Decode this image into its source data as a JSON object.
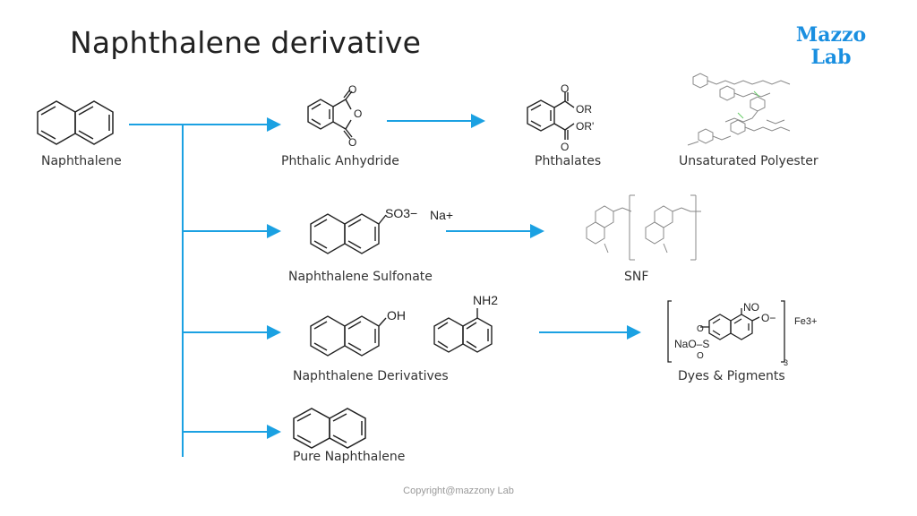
{
  "title": "Naphthalene derivative",
  "logo": {
    "line1": "Mazzo",
    "line2": "Lab",
    "color": "#1a8fe0"
  },
  "arrow_color": "#1ba1e2",
  "nodes": {
    "naphthalene": "Naphthalene",
    "phthalic_anhydride": "Phthalic Anhydride",
    "phthalates": "Phthalates",
    "unsaturated_polyester": "Unsaturated Polyester",
    "naphthalene_sulfonate": "Naphthalene Sulfonate",
    "snf": "SNF",
    "naphthalene_derivatives": "Naphthalene Derivatives",
    "dyes_pigments": "Dyes & Pigments",
    "pure_naphthalene": "Pure Naphthalene"
  },
  "chem_labels": {
    "anhydride_o1": "O",
    "anhydride_o2": "O",
    "anhydride_o3": "O",
    "phthalate_o1": "O",
    "phthalate_or": "OR",
    "phthalate_o2": "O",
    "phthalate_or2": "OR'",
    "so3": "SO3−",
    "na": "Na+",
    "oh": "OH",
    "nh2": "NH2",
    "no": "NO",
    "o_minus": "O−",
    "naos": "NaO–S",
    "s_o_top": "O",
    "s_o_bottom": "O",
    "fe": "Fe3+",
    "subscript3": "3"
  },
  "copyright": "Copyright@mazzony Lab"
}
